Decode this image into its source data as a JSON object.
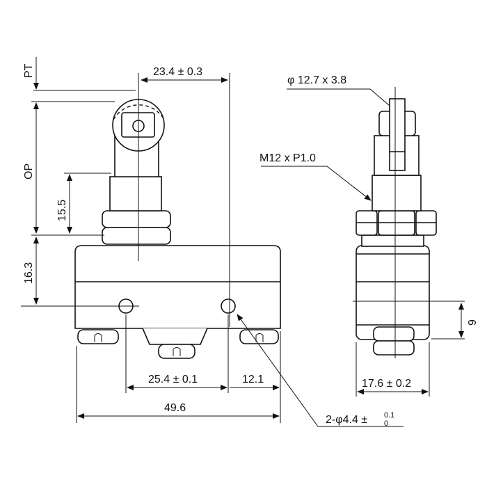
{
  "drawing": {
    "front_view": {
      "pt_label": "PT",
      "op_label": "OP",
      "dim_plunger_height": "15.5",
      "dim_hole_height": "16.3",
      "dim_plunger_offset": "23.4 ± 0.3",
      "dim_hole_spacing": "25.4 ± 0.1",
      "dim_hole_edge": "12.1",
      "dim_total_width": "49.6",
      "hole_callout": "2-φ4.4 ±",
      "hole_tol_upper": "0.1",
      "hole_tol_lower": "0"
    },
    "side_view": {
      "roller_callout": "φ 12.7 x 3.8",
      "thread_callout": "M12 x P1.0",
      "dim_hole_from_bottom": "9",
      "dim_depth": "17.6 ± 0.2"
    }
  }
}
